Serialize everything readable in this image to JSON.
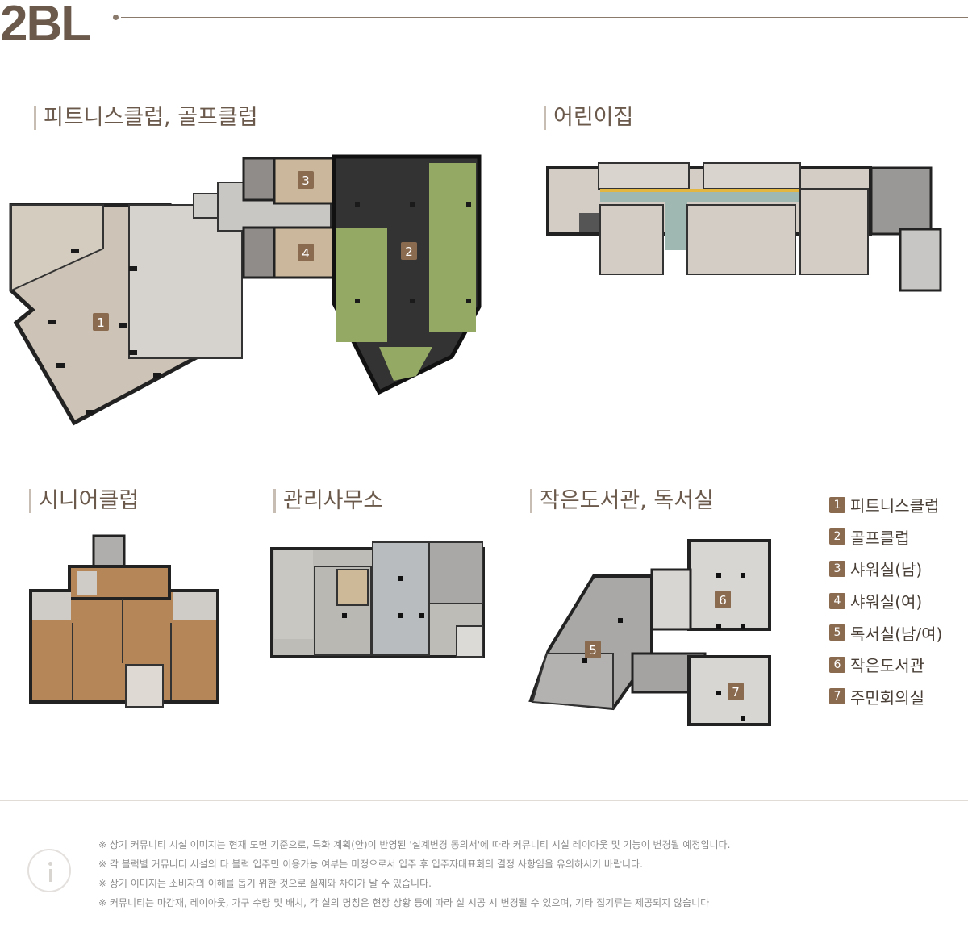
{
  "header": {
    "block": "2BL"
  },
  "sections": {
    "fitness": {
      "title": "피트니스클럽, 골프클럽"
    },
    "daycare": {
      "title": "어린이집"
    },
    "senior": {
      "title": "시니어클럽"
    },
    "office": {
      "title": "관리사무소"
    },
    "library": {
      "title": "작은도서관, 독서실"
    }
  },
  "markers": [
    "1",
    "2",
    "3",
    "4",
    "5",
    "6",
    "7"
  ],
  "legend": [
    {
      "num": "1",
      "label": "피트니스클럽"
    },
    {
      "num": "2",
      "label": "골프클럽"
    },
    {
      "num": "3",
      "label": "샤워실(남)"
    },
    {
      "num": "4",
      "label": "샤워실(여)"
    },
    {
      "num": "5",
      "label": "독서실(남/여)"
    },
    {
      "num": "6",
      "label": "작은도서관"
    },
    {
      "num": "7",
      "label": "주민회의실"
    }
  ],
  "notes": [
    "※ 상기 커뮤니티 시설 이미지는 현재 도면 기준으로, 특화 계획(안)이 반영된 '설계변경 동의서'에 따라 커뮤니티 시설 레이아웃 및 기능이 변경될 예정입니다.",
    "※ 각 블럭별 커뮤니티 시설의 타 블럭 입주민 이용가능 여부는 미정으로서 입주 후 입주자대표회의 결정 사항임을 유의하시기 바랍니다.",
    "※ 상기 이미지는 소비자의 이해를 돕기 위한 것으로 실제와 차이가 날 수 있습니다.",
    "※ 커뮤니티는 마감재, 레이아웃, 가구 수량 및 배치, 각 실의 명칭은 현장 상황 등에 따라 실 시공 시 변경될 수 있으며, 기타 집기류는 제공되지 않습니다"
  ],
  "colors": {
    "accent": "#8a6b50",
    "wood_floor": "#c49a6c",
    "grass": "#8fa862",
    "dark_floor": "#2e2e2e",
    "tile_floor": "#d9d6d2"
  }
}
